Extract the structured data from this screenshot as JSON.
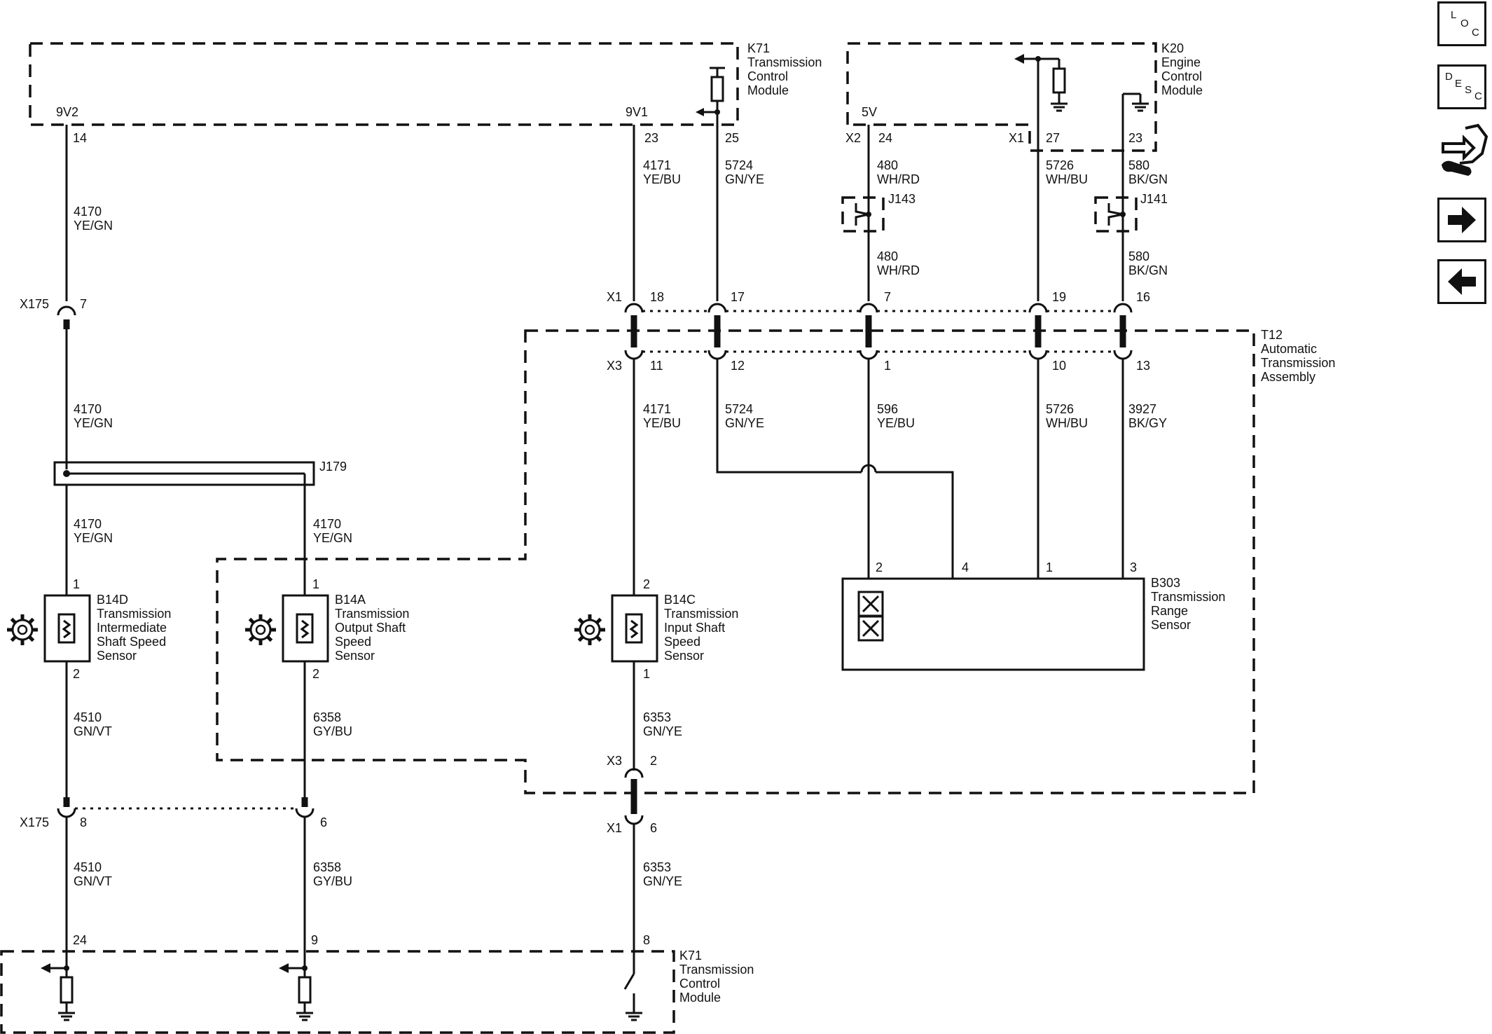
{
  "nav": {
    "loc": {
      "l1": "L",
      "l2": "O",
      "l3": "C"
    },
    "desc": {
      "l1": "D",
      "l2": "E",
      "l3": "S",
      "l4": "C"
    }
  },
  "modules": {
    "k71_top": {
      "id": "K71",
      "l1": "Transmission",
      "l2": "Control",
      "l3": "Module"
    },
    "k20": {
      "id": "K20",
      "l1": "Engine",
      "l2": "Control",
      "l3": "Module"
    },
    "t12": {
      "id": "T12",
      "l1": "Automatic",
      "l2": "Transmission",
      "l3": "Assembly"
    },
    "k71_bottom": {
      "id": "K71",
      "l1": "Transmission",
      "l2": "Control",
      "l3": "Module"
    }
  },
  "pins": {
    "v9v2": "9V2",
    "p14": "14",
    "v9v1": "9V1",
    "p23": "23",
    "p25": "25",
    "v5v": "5V",
    "x2": "X2",
    "p24": "24",
    "x1_k20": "X1",
    "p27": "27",
    "p23b": "23"
  },
  "wires": {
    "w4170_1": {
      "num": "4170",
      "col": "YE/GN"
    },
    "w4170_2": {
      "num": "4170",
      "col": "YE/GN"
    },
    "w4170_3": {
      "num": "4170",
      "col": "YE/GN"
    },
    "w4170_4": {
      "num": "4170",
      "col": "YE/GN"
    },
    "w4171_1": {
      "num": "4171",
      "col": "YE/BU"
    },
    "w4171_2": {
      "num": "4171",
      "col": "YE/BU"
    },
    "w5724_1": {
      "num": "5724",
      "col": "GN/YE"
    },
    "w5724_2": {
      "num": "5724",
      "col": "GN/YE"
    },
    "w480_1": {
      "num": "480",
      "col": "WH/RD"
    },
    "w480_2": {
      "num": "480",
      "col": "WH/RD"
    },
    "w596": {
      "num": "596",
      "col": "YE/BU"
    },
    "w5726_1": {
      "num": "5726",
      "col": "WH/BU"
    },
    "w5726_2": {
      "num": "5726",
      "col": "WH/BU"
    },
    "w580_1": {
      "num": "580",
      "col": "BK/GN"
    },
    "w580_2": {
      "num": "580",
      "col": "BK/GN"
    },
    "w3927": {
      "num": "3927",
      "col": "BK/GY"
    },
    "w4510_1": {
      "num": "4510",
      "col": "GN/VT"
    },
    "w4510_2": {
      "num": "4510",
      "col": "GN/VT"
    },
    "w6358_1": {
      "num": "6358",
      "col": "GY/BU"
    },
    "w6358_2": {
      "num": "6358",
      "col": "GY/BU"
    },
    "w6353_1": {
      "num": "6353",
      "col": "GN/YE"
    },
    "w6353_2": {
      "num": "6353",
      "col": "GN/YE"
    }
  },
  "splices": {
    "j143": "J143",
    "j141": "J141",
    "j179": "J179"
  },
  "connectors": {
    "x175_top": {
      "id": "X175",
      "pin": "7"
    },
    "x1_row": {
      "id": "X1",
      "p18": "18",
      "p17": "17",
      "p7": "7",
      "p19": "19",
      "p16": "16"
    },
    "x3_row": {
      "id": "X3",
      "p11": "11",
      "p12": "12",
      "p1": "1",
      "p10": "10",
      "p13": "13"
    },
    "x3_b14c": {
      "id": "X3",
      "pin": "2"
    },
    "x1_b14c": {
      "id": "X1",
      "pin": "6"
    },
    "x175_bottom": {
      "id": "X175",
      "p8": "8",
      "p6": "6"
    },
    "k71_bottom_pins": {
      "p24": "24",
      "p9": "9",
      "p8": "8"
    }
  },
  "sensors": {
    "b14d": {
      "id": "B14D",
      "l1": "Transmission",
      "l2": "Intermediate",
      "l3": "Shaft Speed",
      "l4": "Sensor",
      "pin_top": "1",
      "pin_bottom": "2"
    },
    "b14a": {
      "id": "B14A",
      "l1": "Transmission",
      "l2": "Output Shaft",
      "l3": "Speed",
      "l4": "Sensor",
      "pin_top": "1",
      "pin_bottom": "2"
    },
    "b14c": {
      "id": "B14C",
      "l1": "Transmission",
      "l2": "Input Shaft",
      "l3": "Speed",
      "l4": "Sensor",
      "pin_top": "2",
      "pin_bottom": "1"
    },
    "b303": {
      "id": "B303",
      "l1": "Transmission",
      "l2": "Range",
      "l3": "Sensor",
      "p2": "2",
      "p4": "4",
      "p1": "1",
      "p3": "3"
    }
  }
}
